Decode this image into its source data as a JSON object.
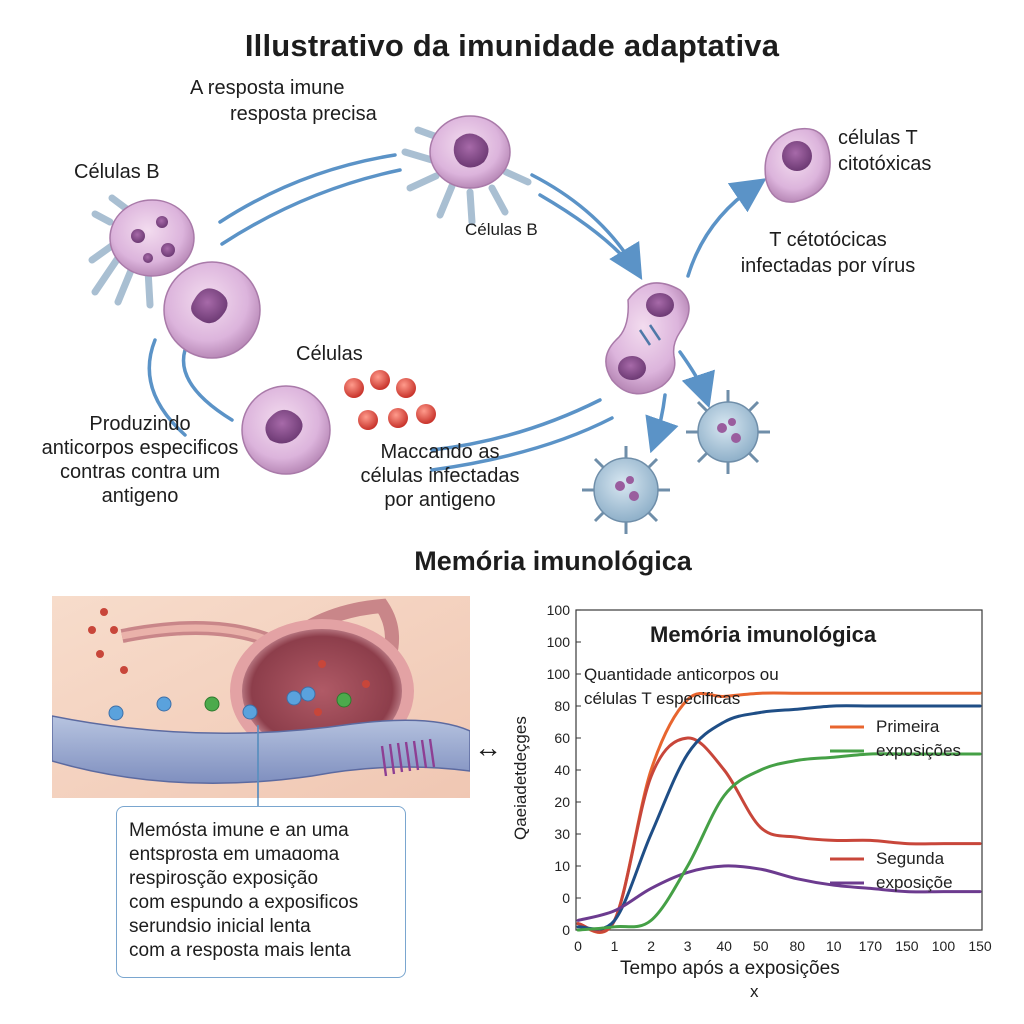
{
  "title": "Illustrativo da imunidade adaptativa",
  "top_labels": {
    "response_line1": "A resposta imune",
    "response_line2": "resposta precisa",
    "b_cells_left": "Células B",
    "b_cells_center": "Células B",
    "t_cells_line1": "células T",
    "t_cells_line2": "citotóxicas",
    "t_infected_line1": "T cétotócicas",
    "t_infected_line2": "infectadas por vírus",
    "cells": "Células",
    "producing": [
      "Produzindo",
      "anticorpos especificos",
      "contras contra um",
      "antigeno"
    ],
    "marking": [
      "Maccando as",
      "células infectadas",
      "por antigeno"
    ]
  },
  "section_title": "Memória imunológica",
  "memory_note": [
    "Memósta imune e an uma",
    "entsprosta em umaɑoma",
    "respirosção exposição",
    "com espundo a exposificos",
    "serundsio inicial lenta",
    "com a resposta mais lenta"
  ],
  "connector": "↔",
  "colors": {
    "arrow": "#5b93c7",
    "cell_fill": "#e3c2e2",
    "nucleus": "#8a4f8e",
    "orange": "#e8652f",
    "navy": "#1f4e86",
    "green": "#45a046",
    "red": "#c8463a",
    "purple": "#6c3b8f"
  },
  "chart_data": {
    "type": "line",
    "title": "Memória imunológica",
    "annotation": [
      "Quantidade anticorpos ou",
      "células T especificas"
    ],
    "ylabel": "Qaeiadetdeçges",
    "xlabel": [
      "Tempo após a exposições",
      "x"
    ],
    "x_tick_labels": [
      "0",
      "1",
      "2",
      "3",
      "40",
      "50",
      "80",
      "10",
      "170",
      "150",
      "100",
      "150"
    ],
    "y_tick_labels": [
      "0",
      "0",
      "10",
      "30",
      "20",
      "40",
      "60",
      "80",
      "100",
      "100",
      "100"
    ],
    "ylim": [
      0,
      100
    ],
    "series": [
      {
        "color": "orange",
        "points": [
          [
            0,
            2
          ],
          [
            1,
            3
          ],
          [
            2,
            50
          ],
          [
            3,
            72
          ],
          [
            4,
            73
          ],
          [
            5,
            74
          ],
          [
            6,
            74
          ],
          [
            7,
            74
          ],
          [
            8,
            74
          ],
          [
            9,
            74
          ],
          [
            10,
            74
          ],
          [
            11,
            74
          ]
        ]
      },
      {
        "color": "red",
        "points": [
          [
            0,
            2
          ],
          [
            1,
            3
          ],
          [
            2,
            48
          ],
          [
            3,
            60
          ],
          [
            4,
            50
          ],
          [
            5,
            32
          ],
          [
            6,
            29
          ],
          [
            7,
            28
          ],
          [
            8,
            28
          ],
          [
            9,
            27
          ],
          [
            10,
            27
          ],
          [
            11,
            27
          ]
        ]
      },
      {
        "color": "navy",
        "points": [
          [
            0,
            1
          ],
          [
            1,
            3
          ],
          [
            2,
            30
          ],
          [
            3,
            55
          ],
          [
            4,
            65
          ],
          [
            5,
            68
          ],
          [
            6,
            69
          ],
          [
            7,
            70
          ],
          [
            8,
            70
          ],
          [
            9,
            70
          ],
          [
            10,
            70
          ],
          [
            11,
            70
          ]
        ]
      },
      {
        "color": "purple",
        "points": [
          [
            0,
            3
          ],
          [
            1,
            6
          ],
          [
            2,
            13
          ],
          [
            3,
            18
          ],
          [
            4,
            20
          ],
          [
            5,
            19
          ],
          [
            6,
            16
          ],
          [
            7,
            14
          ],
          [
            8,
            13
          ],
          [
            9,
            12
          ],
          [
            10,
            12
          ],
          [
            11,
            12
          ]
        ]
      },
      {
        "color": "green",
        "points": [
          [
            0,
            0
          ],
          [
            1,
            1
          ],
          [
            2,
            3
          ],
          [
            3,
            20
          ],
          [
            4,
            42
          ],
          [
            5,
            50
          ],
          [
            6,
            53
          ],
          [
            7,
            54
          ],
          [
            8,
            55
          ],
          [
            9,
            55
          ],
          [
            10,
            55
          ],
          [
            11,
            55
          ]
        ]
      }
    ],
    "legend": [
      {
        "label": "Primeira",
        "color": "orange"
      },
      {
        "label": "exposições",
        "color": "green"
      },
      {
        "label": "Segunda",
        "color": "red"
      },
      {
        "label": "exposiçõe",
        "color": "purple"
      }
    ]
  }
}
